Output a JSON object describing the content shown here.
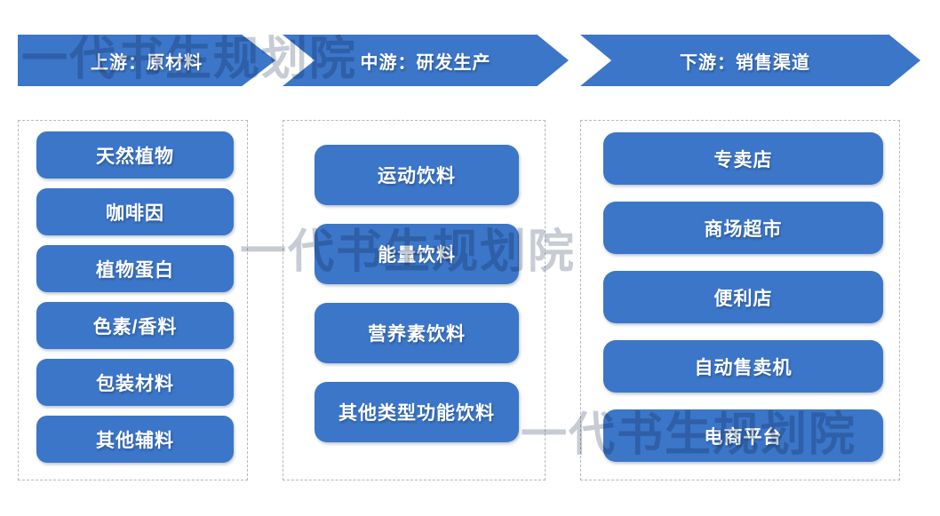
{
  "colors": {
    "primary_blue": "#3B76C9",
    "watermark_gray": "#C7CCD4",
    "container_border_gray": "#B4B8BE",
    "background": "#FFFFFF",
    "text_white": "#FFFFFF"
  },
  "watermark": {
    "text": "一代书生规划院"
  },
  "columns": [
    {
      "id": "upstream",
      "header": "上游：原材料",
      "items": [
        "天然植物",
        "咖啡因",
        "植物蛋白",
        "色素/香料",
        "包装材料",
        "其他辅料"
      ]
    },
    {
      "id": "midstream",
      "header": "中游：研发生产",
      "items": [
        "运动饮料",
        "能量饮料",
        "营养素饮料",
        "其他类型功能饮料"
      ]
    },
    {
      "id": "downstream",
      "header": "下游：销售渠道",
      "items": [
        "专卖店",
        "商场超市",
        "便利店",
        "自动售卖机",
        "电商平台"
      ]
    }
  ]
}
